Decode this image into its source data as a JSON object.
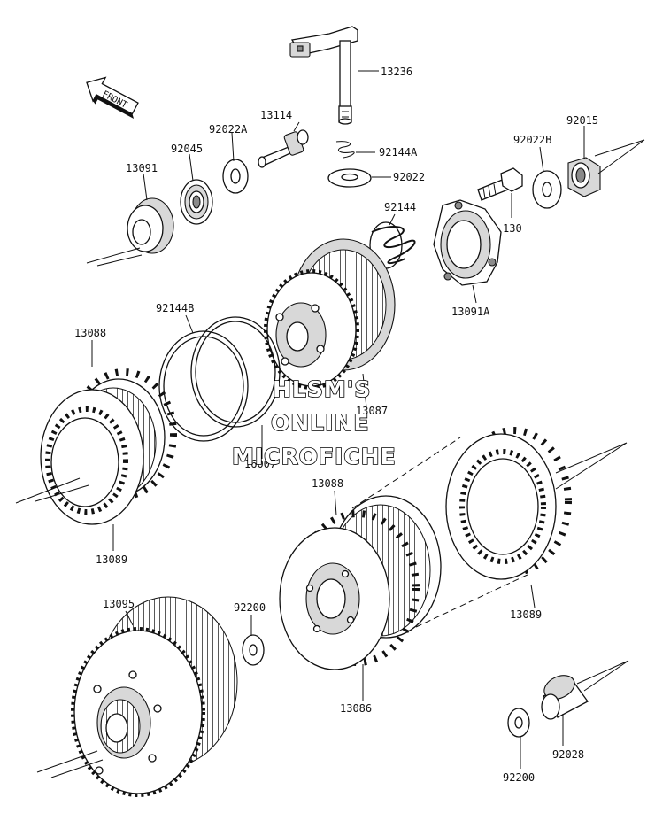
{
  "diagram": {
    "front_label": "FRONT",
    "watermark": [
      "HLSM'S",
      "ONLINE",
      "MICROFICHE"
    ],
    "parts": [
      {
        "id": "13236"
      },
      {
        "id": "13114"
      },
      {
        "id": "92022A"
      },
      {
        "id": "92045"
      },
      {
        "id": "13091"
      },
      {
        "id": "92144A"
      },
      {
        "id": "92022"
      },
      {
        "id": "92022B"
      },
      {
        "id": "92015"
      },
      {
        "id": "92144"
      },
      {
        "id": "130"
      },
      {
        "id": "13091A"
      },
      {
        "id": "92144B"
      },
      {
        "id": "13088"
      },
      {
        "id": "13087"
      },
      {
        "id": "16007"
      },
      {
        "id": "13089"
      },
      {
        "id": "13088"
      },
      {
        "id": "13095"
      },
      {
        "id": "92200"
      },
      {
        "id": "13086"
      },
      {
        "id": "13089"
      },
      {
        "id": "92028"
      },
      {
        "id": "92200"
      }
    ]
  }
}
